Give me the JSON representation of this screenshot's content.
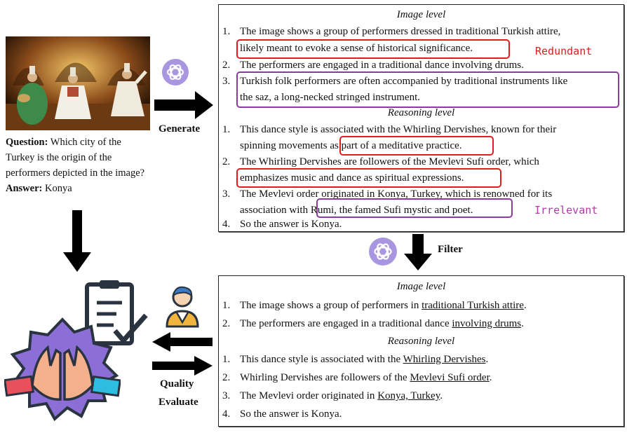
{
  "question": {
    "label": "Question:",
    "text1": " Which city of the",
    "text2": "Turkey is the origin of the",
    "text3": "performers depicted in the image?",
    "answer_label": "Answer:",
    "answer": " Konya"
  },
  "labels": {
    "generate": "Generate",
    "filter": "Filter",
    "quality": "Quality",
    "evaluate": "Evaluate"
  },
  "top_panel": {
    "image_level": "Image level",
    "reasoning_level": "Reasoning level",
    "lines": [
      {
        "n": "1.",
        "t": "The image shows a group of performers dressed in traditional Turkish attire,"
      },
      {
        "n": "",
        "t": "likely meant to evoke a sense of historical significance."
      },
      {
        "n": "2.",
        "t": "The performers are engaged in a traditional dance involving drums."
      },
      {
        "n": "3.",
        "t": "Turkish folk performers are often accompanied by traditional instruments like"
      },
      {
        "n": "",
        "t": "the saz, a long-necked stringed instrument."
      },
      {
        "n": "1.",
        "t": "This dance style is associated with the Whirling Dervishes, known for their"
      },
      {
        "n": "",
        "t": "spinning movements as part of a meditative practice."
      },
      {
        "n": "2.",
        "t": "The Whirling Dervishes are followers of the Mevlevi Sufi order, which"
      },
      {
        "n": "",
        "t": "emphasizes music and dance as spiritual expressions."
      },
      {
        "n": "3.",
        "t": "The Mevlevi order originated in Konya, Turkey, which is renowned for its"
      },
      {
        "n": "",
        "t": "association with Rumi, the famed Sufi mystic and poet."
      },
      {
        "n": "4.",
        "t": "So the answer is Konya."
      }
    ],
    "tag_redundant": "Redundant",
    "tag_irrelevant": "Irrelevant"
  },
  "bottom_panel": {
    "image_level": "Image level",
    "reasoning_level": "Reasoning level",
    "l1_pre": "The image shows a group of performers in ",
    "l1_u": "traditional Turkish attire",
    "l1_post": ".",
    "l2_pre": "The performers are engaged in a traditional dance ",
    "l2_u": "involving drums",
    "l2_post": ".",
    "r1_pre": "This dance style is associated with the ",
    "r1_u": "Whirling Dervishes",
    "r1_post": ".",
    "r2_pre": "Whirling Dervishes are followers of the ",
    "r2_u": "Mevlevi Sufi order",
    "r2_post": ".",
    "r3_pre": "The Mevlevi order originated in ",
    "r3_u": "Konya, Turkey",
    "r3_post": ".",
    "r4": "So the answer is Konya.",
    "nums": [
      "1.",
      "2.",
      "1.",
      "2.",
      "3.",
      "4."
    ]
  },
  "colors": {
    "redundant": "#e01d1d",
    "irrelevant": "#8a3aa0",
    "openai_logo": "#8f7fd6"
  },
  "icons": [
    "photo-of-dervish-performers",
    "openai-logo-icon",
    "clipboard-check-icon",
    "reviewer-person-icon",
    "high-five-badge-icon",
    "right-arrow",
    "down-arrow",
    "bidirectional-arrows"
  ]
}
